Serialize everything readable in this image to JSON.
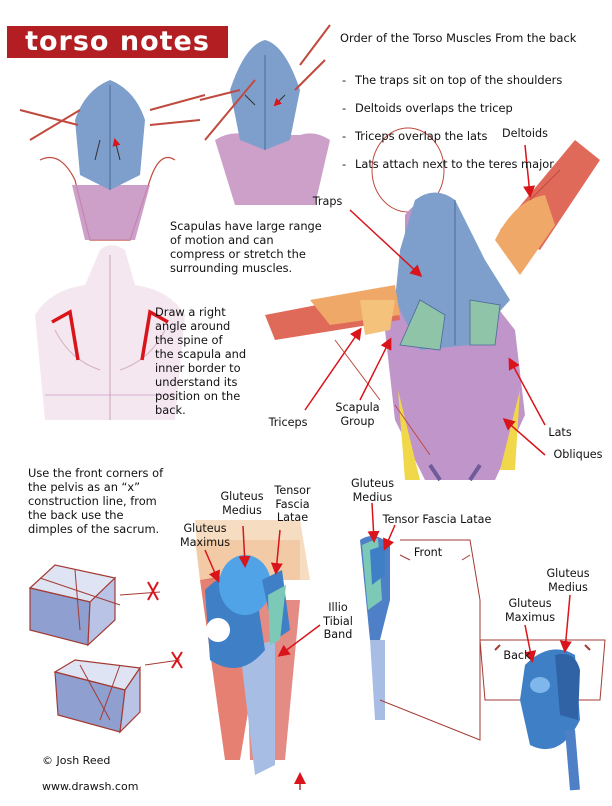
{
  "title": "torso notes",
  "order_heading": "Order of the Torso Muscles From the back",
  "order_items": [
    "The traps sit on top of the shoulders",
    "Deltoids overlaps the tricep",
    "Triceps overlap the lats",
    "Lats  attach next to the teres major"
  ],
  "notes": {
    "scapula_range": "Scapulas have large range\nof motion and can\ncompress or stretch the\nsurrounding muscles.",
    "right_angle": "Draw a right\nangle around\nthe spine of\nthe scapula and\ninner border to\nunderstand its\nposition on the\nback.",
    "pelvis": "Use the front corners of\nthe pelvis as an “x”\nconstruction line, from\nthe back use the\ndimples of the sacrum."
  },
  "labels": {
    "deltoids": "Deltoids",
    "traps": "Traps",
    "triceps": "Triceps",
    "scapula_group": "Scapula\nGroup",
    "lats": "Lats",
    "obliques": "Obliques",
    "gluteus_medius_1": "Gluteus\nMedius",
    "tensor_fascia_latae_1": "Tensor\nFascia\nLatae",
    "gluteus_maximus_1": "Gluteus\nMaximus",
    "illio_tibial_band": "Illio\nTibial\nBand",
    "gluteus_medius_2": "Gluteus\nMedius",
    "tensor_fascia_latae_2": "Tensor Fascia Latae",
    "front": "Front",
    "gluteus_medius_3": "Gluteus\nMedius",
    "gluteus_maximus_3": "Gluteus\nMaximus",
    "back": "Back"
  },
  "credit": {
    "author": "© Josh Reed",
    "site": "www.drawsh.com"
  },
  "colors": {
    "title_bg": "#b21e22",
    "sketch_red": "#b7322b",
    "arrow_red": "#d9141b",
    "trap_blue": "#7d9cc9",
    "lat_purple": "#b68fc4",
    "deltoid_orange": "#f0a868",
    "deltoid_red": "#e06a5a",
    "scapula_green": "#8fc4a8",
    "gluteus_blue": "#3f7fc6",
    "oblique_yellow": "#f2d84a"
  }
}
